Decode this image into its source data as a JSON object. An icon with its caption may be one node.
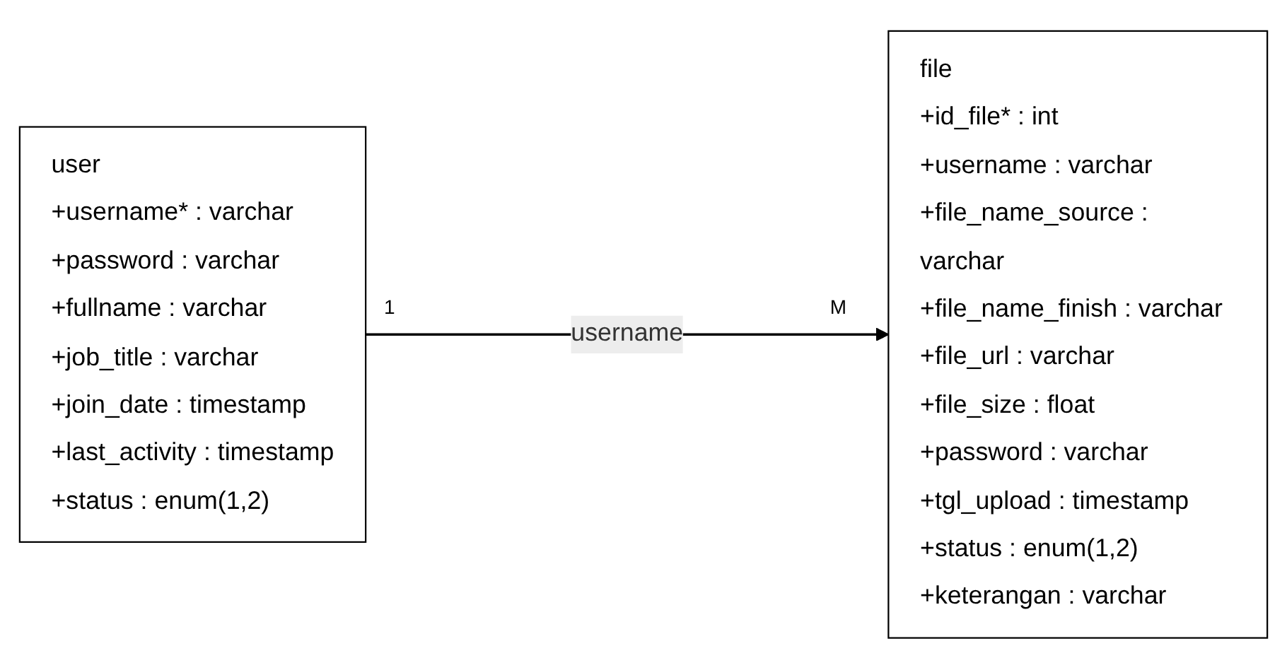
{
  "diagram": {
    "nodes": [
      {
        "text": [
          "user",
          "+username* : varchar",
          "+password : varchar",
          "+fullname : varchar",
          "+job_title : varchar",
          "+join_date : timestamp",
          "+last_activity : timestamp",
          "+status : enum(1,2)"
        ]
      },
      {
        "text": [
          "file",
          "+id_file* : int",
          "+username : varchar",
          "+file_name_source : varchar",
          "+file_name_finish : varchar",
          "+file_url : varchar",
          "+file_size : float",
          "+password : varchar",
          "+tgl_upload : timestamp",
          "+status : enum(1,2)",
          "+keterangan : varchar"
        ]
      }
    ],
    "edges": [
      {
        "from": 0,
        "to": 1,
        "arrow": "to",
        "label": "username"
      }
    ],
    "labels": [
      "1",
      "M"
    ]
  }
}
